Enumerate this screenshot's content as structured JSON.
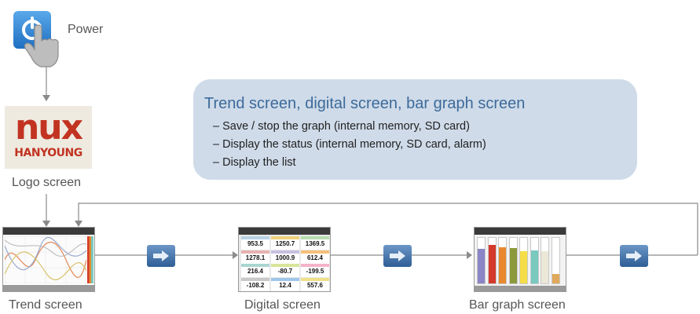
{
  "power": {
    "label": "Power"
  },
  "logo": {
    "top": "nux",
    "bottom": "HANYOUNG",
    "caption": "Logo screen"
  },
  "info": {
    "title": "Trend screen, digital screen, bar graph screen",
    "bullets": [
      "– Save / stop the graph (internal memory, SD card)",
      "– Display the status (internal memory, SD card, alarm)",
      "– Display the list"
    ]
  },
  "screens": {
    "trend": {
      "caption": "Trend screen"
    },
    "digital": {
      "caption": "Digital screen",
      "values": [
        [
          "953.5",
          "1250.7",
          "1369.5"
        ],
        [
          "1278.1",
          "1000.9",
          "612.4"
        ],
        [
          "216.4",
          "-80.7",
          "-199.5"
        ],
        [
          "-108.2",
          "12.4",
          "557.6"
        ]
      ]
    },
    "bar": {
      "caption": "Bar graph screen"
    }
  },
  "colors": {
    "accent_text": "#3d6a9a",
    "box_bg": "#cfdbe9",
    "connector": "#8a8a8a",
    "bar_colors": [
      "#8a85c6",
      "#d33a2c",
      "#e8892e",
      "#8c9a3c",
      "#f4dd46",
      "#79c9bf",
      "#ece8d8",
      "#e0a95c"
    ]
  }
}
